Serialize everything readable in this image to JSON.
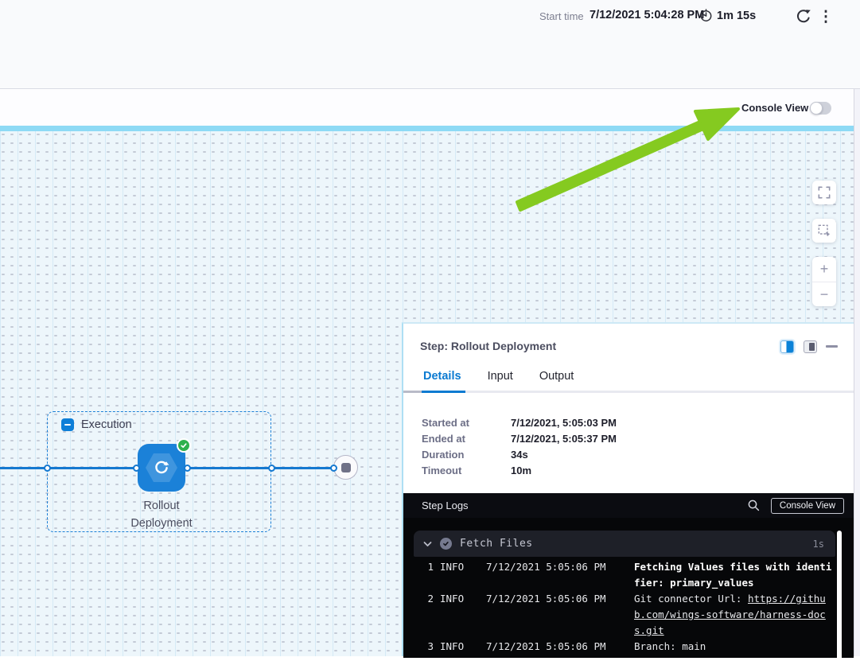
{
  "top_bar": {
    "start_time_label": "Start time",
    "start_time_value": "7/12/2021 5:04:28 PM",
    "elapsed_time": "1m 15s"
  },
  "console_view_toggle": {
    "label": "Console View",
    "state": "off"
  },
  "graph": {
    "group": {
      "label": "Execution"
    },
    "node": {
      "label": "Rollout Deployment",
      "status": "success"
    },
    "zoom_controls": [
      "fullscreen",
      "fit-to-selection",
      "zoom-in",
      "zoom-out"
    ],
    "zoom_in_glyph": "+",
    "zoom_out_glyph": "−"
  },
  "step_panel": {
    "title": "Step: Rollout Deployment",
    "tabs": [
      {
        "label": "Details",
        "active": true
      },
      {
        "label": "Input",
        "active": false
      },
      {
        "label": "Output",
        "active": false
      }
    ],
    "details": [
      {
        "label": "Started at",
        "value": "7/12/2021, 5:05:03 PM"
      },
      {
        "label": "Ended at",
        "value": "7/12/2021, 5:05:37 PM"
      },
      {
        "label": "Duration",
        "value": "34s"
      },
      {
        "label": "Timeout",
        "value": "10m"
      }
    ],
    "step_logs": {
      "title": "Step Logs",
      "console_view_button": "Console View",
      "section": {
        "title": "Fetch Files",
        "duration": "1s",
        "status": "success"
      },
      "logs": [
        {
          "num": "1",
          "level": "INFO",
          "time": "7/12/2021 5:05:06 PM",
          "message": "Fetching Values files with identifier: primary_values",
          "bold": true
        },
        {
          "num": "2",
          "level": "INFO",
          "time": "7/12/2021 5:05:06 PM",
          "message": "Git connector Url: ",
          "link": "https://github.com/wings-software/harness-docs.git"
        },
        {
          "num": "3",
          "level": "INFO",
          "time": "7/12/2021 5:05:06 PM",
          "message": "Branch: main"
        }
      ]
    }
  },
  "icons": {
    "kebab_glyph": "⋮"
  },
  "colors": {
    "accent_blue": "#0278d5",
    "node_blue": "#1b81d8",
    "success_green": "#2fb14e",
    "arrow_green": "#85ca20",
    "highlight_bar": "#8edaf5",
    "console_bg": "#060709"
  }
}
